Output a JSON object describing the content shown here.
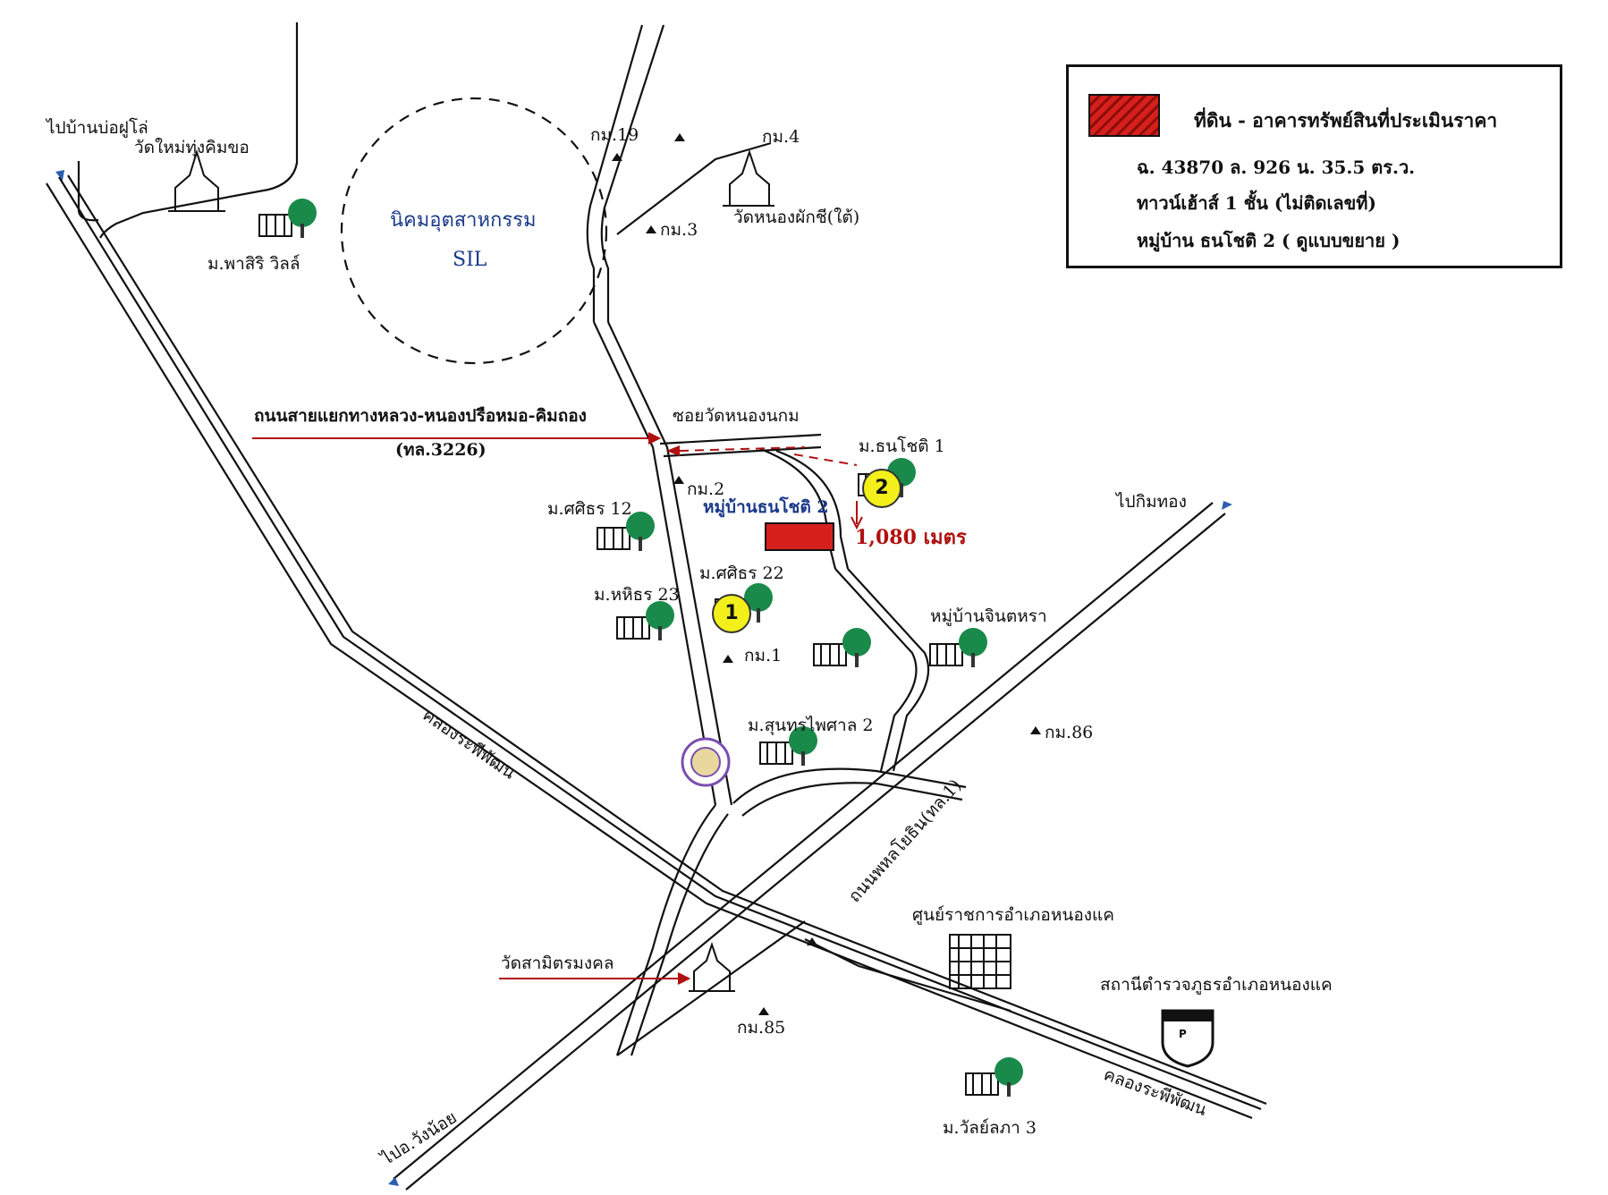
{
  "legend": {
    "swatch_color": "#d6201b",
    "line1": "ที่ดิน - อาคารทรัพย์สินที่ประเมินราคา",
    "line2": "ฉ. 43870  ล. 926 น. 35.5 ตร.ว.",
    "line3": "ทาวน์เฮ้าส์ 1 ชั้น (ไม่ติดเลขที่)",
    "line4": "หมู่บ้าน ธนโชติ 2 ( ดูแบบขยาย )"
  },
  "labels": {
    "to_ban_bo": "ไปบ้านบ่อฝูโล่",
    "wat_mai": "วัดใหม่ทุ่งคิมขอ",
    "m_phasiri": "ม.พาสิริ วิลล์",
    "industrial": "นิคมอุตสาหกรรม",
    "sil": "SIL",
    "km19": "กม.19",
    "km4": "กม.4",
    "km3": "กม.3",
    "wat_nong": "วัดหนองผักชี(ใต้)",
    "road_name": "ถนนสายแยกทางหลวง-หนองปรือหมอ-คิมถอง",
    "road_code": "(ทล.3226)",
    "soi_wat": "ซอยวัดหนองนกม",
    "m_thanachot1": "ม.ธนโชติ 1",
    "km2": "กม.2",
    "village2": "หมู่บ้านธนโชติ 2",
    "distance": "1,080 เมตร",
    "m_sithon12": "ม.ศศิธร 12",
    "m_sithon22": "ม.ศศิธร 22",
    "m_sithon23": "ม.หหิธร 23",
    "km1": "กม.1",
    "village_jin": "หมู่บ้านจินตหรา",
    "to_kim": "ไปกิมทอง",
    "km86": "กม.86",
    "m_sunthorn": "ม.สุนทรไพศาล 2",
    "canal1": "คลองระพีพัฒน",
    "highway": "ถนนพหลโยธิน(ทล.1)",
    "govt_center": "ศูนย์ราชการอำเภอหนองแค",
    "wat_samit": "วัดสามิตรมงคล",
    "police": "สถานีตำรวจภูธรอำเภอหนองแค",
    "km85": "กม.85",
    "canal2": "คลองระพีพัฒน",
    "to_wang": "ไปอ.วังน้อย",
    "m_wanlapa": "ม.วัลย์ลภา 3",
    "marker1": "1",
    "marker2": "2",
    "police_sign": "P"
  },
  "colors": {
    "property": "#d6201b",
    "arrow": "#b01010",
    "blue_text": "#1a3a8a",
    "marker": "#f2ef1a",
    "tree": "#1a8a4a"
  }
}
